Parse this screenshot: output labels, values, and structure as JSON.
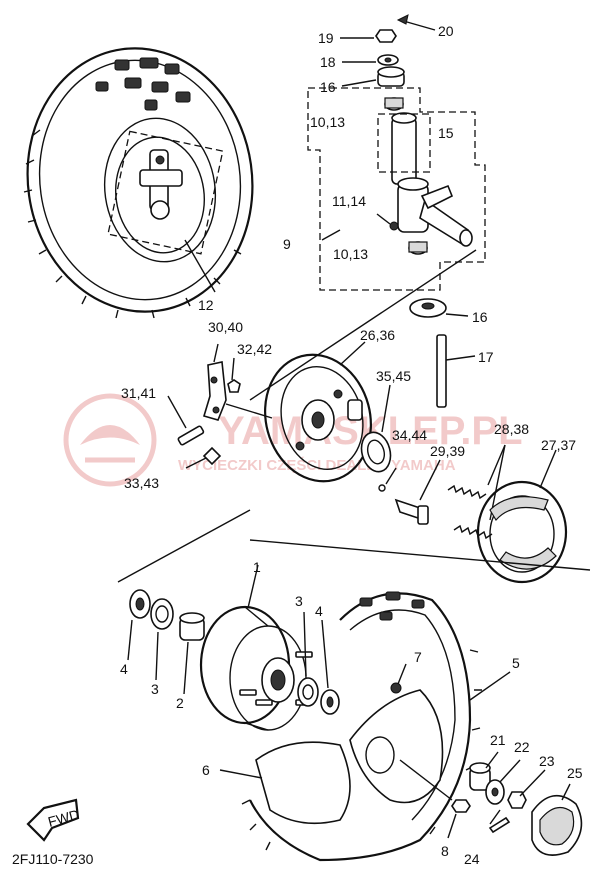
{
  "drawing_code": "2FJ110-7230",
  "fwd_label": "FWD",
  "watermark": {
    "text": "YAMASKLEP.PL",
    "subtext": "WYCIECZKI CZĘŚCI DEALER YAMAHA",
    "color": "#e8a0a0"
  },
  "callouts": {
    "c1": "1",
    "c2": "2",
    "c3a": "3",
    "c3b": "3",
    "c4a": "4",
    "c4b": "4",
    "c5": "5",
    "c6": "6",
    "c7": "7",
    "c8": "8",
    "c9": "9",
    "c10_13a": "10,13",
    "c10_13b": "10,13",
    "c11_14": "11,14",
    "c12": "12",
    "c15": "15",
    "c16a": "16",
    "c16b": "16",
    "c17": "17",
    "c18": "18",
    "c19": "19",
    "c20": "20",
    "c21": "21",
    "c22": "22",
    "c23": "23",
    "c24": "24",
    "c25": "25",
    "c26_36": "26,36",
    "c27_37": "27,37",
    "c28_38": "28,38",
    "c29_39": "29,39",
    "c30_40": "30,40",
    "c31_41": "31,41",
    "c32_42": "32,42",
    "c33_43": "33,43",
    "c34_44": "34,44",
    "c35_45": "35,45"
  }
}
